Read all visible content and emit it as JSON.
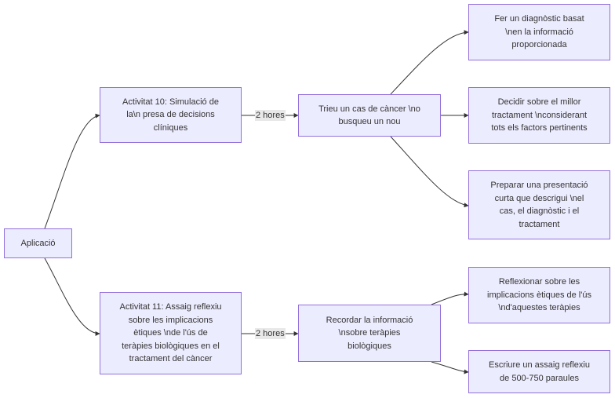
{
  "nodes": {
    "aplicacio": "Aplicació",
    "activitat10": "Activitat 10: Simulació de\nla\\n presa de decisions\nclíniques",
    "trieu": "Trieu un cas de càncer \\no\nbusqueu un nou",
    "fer_diagnostic": "Fer un diagnòstic basat\n\\nen la informació\nproporcionada",
    "decidir": "Decidir sobre el millor\ntractament \\nconsiderant\ntots els factors pertinents",
    "preparar": "Preparar una presentació\ncurta que descrigui \\nel\ncas, el diagnòstic i el\ntractament",
    "activitat11": "Activitat 11: Assaig reflexiu\nsobre les implicacions\nètiques \\nde l'ús de\nteràpies biològiques en el\ntractament del càncer",
    "recordar": "Recordar la informació\n\\nsobre teràpies\nbiològiques",
    "reflexionar": "Reflexionar sobre les\nimplicacions ètiques de l'ús\n\\nd'aquestes teràpies",
    "escriure": "Escriure un assaig reflexiu\nde 500-750 paraules"
  },
  "edge_labels": {
    "activitat10_trieu": "2 hores",
    "activitat11_recordar": "2 hores"
  },
  "colors": {
    "node_fill": "#ececff",
    "node_border": "#9370db",
    "edge": "#333333",
    "edge_label_bg": "#e8e8e8",
    "text": "#333333"
  }
}
